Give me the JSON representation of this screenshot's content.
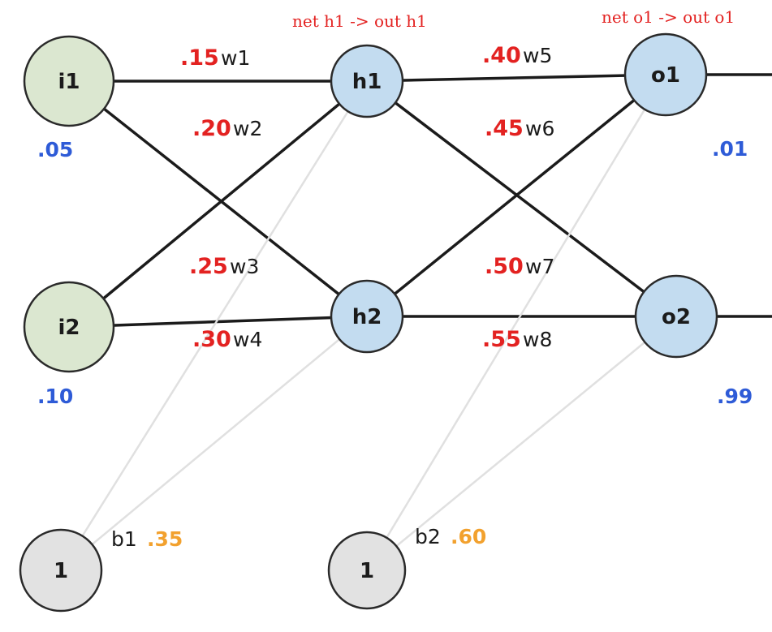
{
  "diagram": {
    "type": "neural-network",
    "description": "Two-input, two-hidden, two-output feedforward network with biases"
  },
  "annotations": {
    "hidden_layer": "net h1 -> out h1",
    "output_layer": "net o1 -> out o1"
  },
  "nodes": {
    "i1": {
      "label": "i1",
      "value": ".05"
    },
    "i2": {
      "label": "i2",
      "value": ".10"
    },
    "h1": {
      "label": "h1"
    },
    "h2": {
      "label": "h2"
    },
    "o1": {
      "label": "o1",
      "value": ".01"
    },
    "o2": {
      "label": "o2",
      "value": ".99"
    },
    "b1": {
      "label": "1",
      "name": "b1",
      "value": ".35"
    },
    "b2": {
      "label": "1",
      "name": "b2",
      "value": ".60"
    }
  },
  "weights": {
    "w1": {
      "from": "i1",
      "to": "h1",
      "value": ".15",
      "label": "w1"
    },
    "w2": {
      "from": "i2",
      "to": "h1",
      "value": ".20",
      "label": "w2"
    },
    "w3": {
      "from": "i1",
      "to": "h2",
      "value": ".25",
      "label": "w3"
    },
    "w4": {
      "from": "i2",
      "to": "h2",
      "value": ".30",
      "label": "w4"
    },
    "w5": {
      "from": "h1",
      "to": "o1",
      "value": ".40",
      "label": "w5"
    },
    "w6": {
      "from": "h2",
      "to": "o1",
      "value": ".45",
      "label": "w6"
    },
    "w7": {
      "from": "h1",
      "to": "o2",
      "value": ".50",
      "label": "w7"
    },
    "w8": {
      "from": "h2",
      "to": "o2",
      "value": ".55",
      "label": "w8"
    }
  },
  "colors": {
    "input_node_fill": "#dbe7d0",
    "hidden_output_node_fill": "#c3dcf0",
    "bias_node_fill": "#e2e2e2",
    "edge": "#1b1b1b",
    "bias_edge": "#e0e0e0",
    "weight_value_red": "#e32221",
    "node_value_blue": "#2e5bd7",
    "bias_value_orange": "#f2a12e"
  }
}
